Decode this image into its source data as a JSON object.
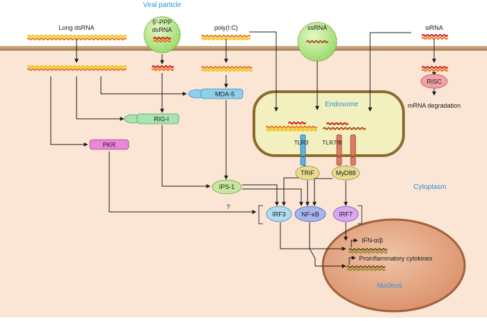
{
  "colors": {
    "cytoplasm": "#fbe6d6",
    "membrane_top": "#c8a47a",
    "membrane_line": "#8a6a48",
    "endosome_fill": "#f3f0c0",
    "endosome_stroke": "#8c6c2c",
    "nucleus_fill": "#e8a888",
    "nucleus_stroke": "#a0603c",
    "viral_particle": "#b9e78c",
    "dsrna_yellow": "#f2c200",
    "dsrna_orange": "#e87a14",
    "red_rna": "#d0201c",
    "brown_rna": "#b05010",
    "label_blue": "#2a8fd6",
    "mda5": "#8ed0ec",
    "rigi": "#a8e6b0",
    "pkr": "#ec86d8",
    "risc": "#f2a0a8",
    "trif": "#e6dc90",
    "myd88": "#e6dc90",
    "ips1": "#c8e6a0",
    "irf3": "#b0dcf0",
    "nfkb": "#a8b4ec",
    "irf7": "#d8a8f0",
    "tlr3": "#5cb4e0",
    "tlr78": "#e07c64"
  },
  "top_labels": {
    "long_dsrna": "Long dsRNA",
    "viral_particle": "Viral particle",
    "ppp_dsrna_line1": "5′-PPP",
    "ppp_dsrna_line2": "dsRNA",
    "polyic": "poly(I:C)",
    "ssrna": "ssRNA",
    "sirna": "siRNA"
  },
  "compartments": {
    "endosome": "Endosome",
    "cytoplasm": "Cytoplasm",
    "nucleus": "Nucleus"
  },
  "nodes": {
    "mda5": "MDA-5",
    "rigi": "RIG-I",
    "pkr": "PKR",
    "risc": "RISC",
    "mrna_degradation": "mRNA degradation",
    "tlr3": "TLR3",
    "tlr78": "TLR7/8",
    "trif": "TRIF",
    "myd88": "MyD88",
    "ips1": "IPS-1",
    "irf3": "IRF3",
    "nfkb": "NF-κB",
    "irf7": "IRF7",
    "question": "?"
  },
  "genes": {
    "ifn": "IFN-α/β",
    "cytokines": "Proinflammatory cytokines"
  }
}
